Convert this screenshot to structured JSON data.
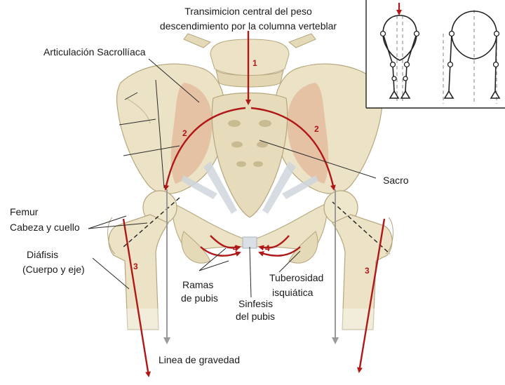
{
  "labels": {
    "transmission_line1": "Transimicion central del peso",
    "transmission_line2": "descendimiento  por la columna verteblar",
    "sacroiliac": "Articulación Sacrollíaca",
    "sacrum": "Sacro",
    "femur": "Femur",
    "head_neck": "Cabeza y cuello",
    "diaphysis_line1": "Diáfisis",
    "diaphysis_line2": "(Cuerpo y eje)",
    "pubic_rami_line1": "Ramas",
    "pubic_rami_line2": "de pubis",
    "ischial_line1": "Tuberosidad",
    "ischial_line2": "isquiática",
    "symphysis_line1": "Sinfesis",
    "symphysis_line2": "del pubis",
    "gravity": "Linea de gravedad"
  },
  "force_numbers": {
    "n1": "1",
    "n2_left": "2",
    "n2_right": "2",
    "n3_left": "3",
    "n3_right": "3",
    "n4_left": "4",
    "n4_right": "4"
  },
  "colors": {
    "arrow": "#b01818",
    "bone": "#ece3c6",
    "bone_shadow": "#d9cca4",
    "cancellous": "#e3b99a",
    "ligament": "#cfd6dc",
    "gravity_line": "#9a9a9a",
    "leader": "#2a2a2a"
  }
}
